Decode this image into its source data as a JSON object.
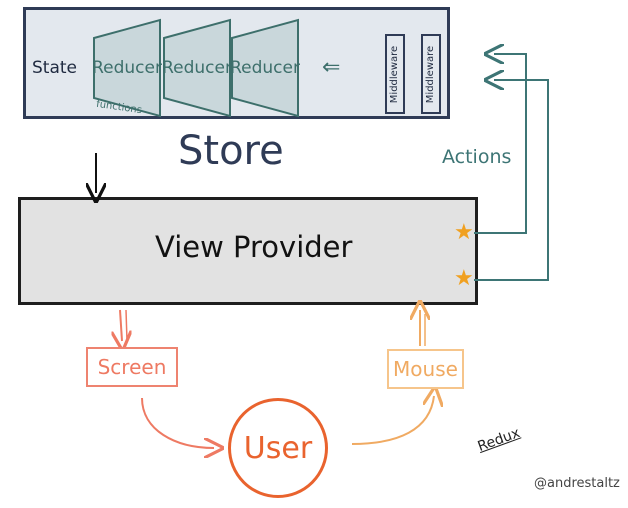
{
  "store": {
    "state_label": "State",
    "reducers": [
      "Reducer",
      "Reducer",
      "Reducer"
    ],
    "functions_label": "functions",
    "arrow_symbol": "⇐",
    "middlewares": [
      "Middleware",
      "Middleware"
    ],
    "title": "Store"
  },
  "actions_label": "Actions",
  "view_provider": {
    "label": "View Provider"
  },
  "screen_label": "Screen",
  "mouse_label": "Mouse",
  "user_label": "User",
  "redux_label": "Redux",
  "credit": "@andrestaltz",
  "colors": {
    "store_border": "#2f3b56",
    "teal": "#3d7575",
    "screen": "#ee7a63",
    "mouse": "#f0aa62",
    "user": "#e9632e",
    "star": "#f0a020"
  }
}
